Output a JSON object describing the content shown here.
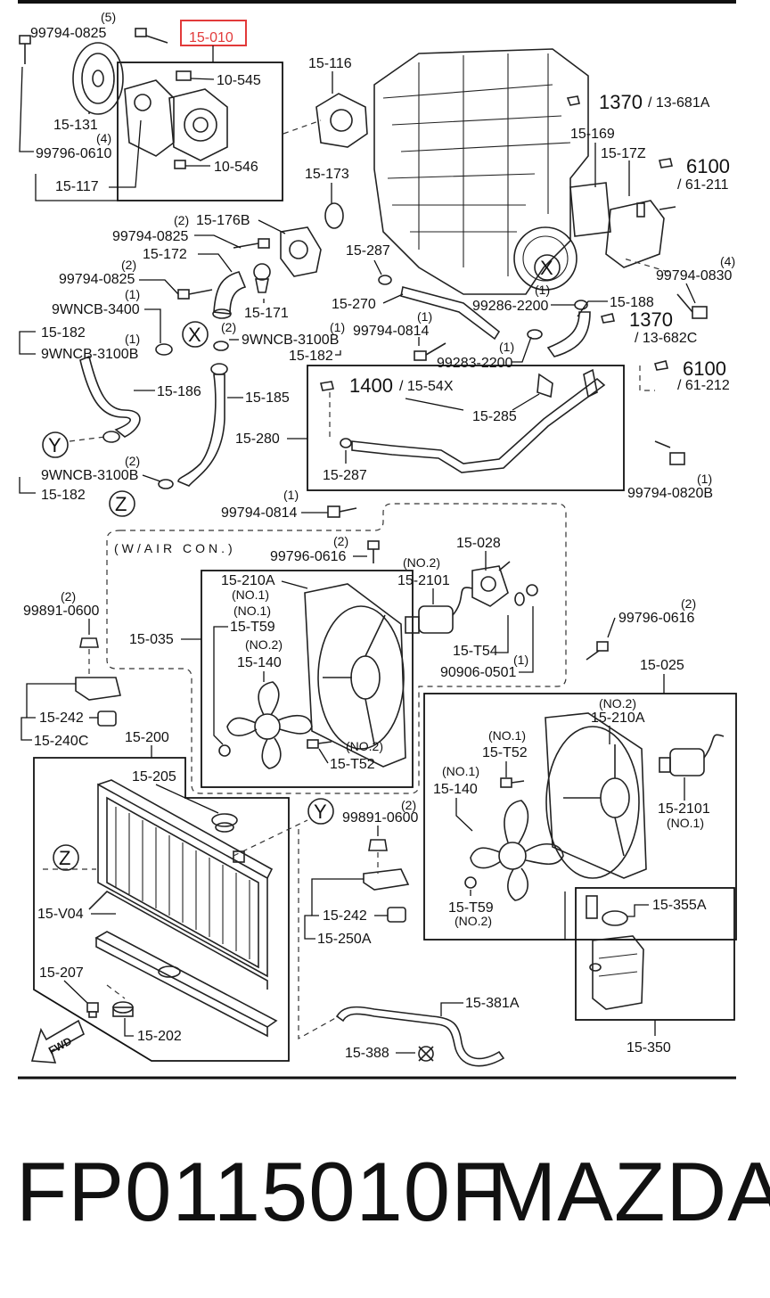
{
  "highlighted_part": "15-010",
  "labels": {
    "p_99794_0825_a": "99794-0825",
    "q5": "(5)",
    "p_10_545": "10-545",
    "p_15_131": "15-131",
    "p_99796_0610": "99796-0610",
    "q4a": "(4)",
    "p_15_117": "15-117",
    "p_10_546": "10-546",
    "p_15_116": "15-116",
    "p_15_173": "15-173",
    "p_1370_a": "1370",
    "p_13_681a": "/ 13-681A",
    "p_15_169": "15-169",
    "p_15_17z": "15-17Z",
    "p_6100_a": "6100",
    "p_61_211": "/ 61-211",
    "q2a": "(2)",
    "p_15_176b": "15-176B",
    "p_99794_0825_b": "99794-0825",
    "p_15_172": "15-172",
    "q2b": "(2)",
    "p_99794_0825_c": "99794-0825",
    "p_15_287_a": "15-287",
    "p_15_171": "15-171",
    "p_15_270": "15-270",
    "q4b": "(4)",
    "p_99794_0830": "99794-0830",
    "q1a": "(1)",
    "p_9wncb_3400": "9WNCB-3400",
    "q1b": "(1)",
    "p_99286_2200": "99286-2200",
    "p_15_188": "15-188",
    "p_15_182_a": "15-182",
    "p_9wncb_3100b_a": "9WNCB-3100B",
    "q2c": "(2)",
    "p_99794_0814_a": "99794-0814",
    "q1c": "(1)",
    "p_1370_b": "1370",
    "p_13_682c": "/ 13-682C",
    "q1d": "(1)",
    "p_9wncb_3100b_b": "9WNCB-3100B",
    "p_15_182_b": "15-182",
    "q1e": "(1)",
    "p_99283_2200": "99283-2200",
    "p_6100_b": "6100",
    "p_61_212": "/ 61-212",
    "p_15_186": "15-186",
    "p_15_185": "15-185",
    "p_1400": "1400",
    "p_15_54x": "/ 15-54X",
    "p_15_285": "15-285",
    "p_15_280": "15-280",
    "q2d": "(2)",
    "p_9wncb_3100b_c": "9WNCB-3100B",
    "p_15_182_c": "15-182",
    "p_15_287_b": "15-287",
    "q1f": "(1)",
    "p_99794_0820b": "99794-0820B",
    "q1g": "(1)",
    "p_99794_0814_b": "99794-0814",
    "w_air_con": "(W/AIR CON.)",
    "q2e": "(2)",
    "p_99796_0616_a": "99796-0616",
    "p_15_028": "15-028",
    "no2_a": "(NO.2)",
    "p_15_2101_a": "15-2101",
    "p_15_210a_a": "15-210A",
    "no1_a": "(NO.1)",
    "q2f": "(2)",
    "p_99891_0600_a": "99891-0600",
    "no1_b": "(NO.1)",
    "p_15_t59_a": "15-T59",
    "p_15_035": "15-035",
    "no2_b": "(NO.2)",
    "p_15_140_a": "15-140",
    "p_15_t54": "15-T54",
    "q1h": "(1)",
    "p_90906_0501": "90906-0501",
    "q2g": "(2)",
    "p_99796_0616_b": "99796-0616",
    "p_15_025": "15-025",
    "p_15_242_a": "15-242",
    "p_15_240c": "15-240C",
    "p_15_200": "15-200",
    "no2_c": "(NO.2)",
    "p_15_t52_a": "15-T52",
    "no2_d": "(NO.2)",
    "p_15_210a_b": "15-210A",
    "no1_c": "(NO.1)",
    "p_15_t52_b": "15-T52",
    "no1_d": "(NO.1)",
    "p_15_140_b": "15-140",
    "p_15_205": "15-205",
    "q2h": "(2)",
    "p_99891_0600_b": "99891-0600",
    "p_15_2101_b": "15-2101",
    "no1_e": "(NO.1)",
    "p_15_v04": "15-V04",
    "p_15_242_b": "15-242",
    "p_15_250a": "15-250A",
    "p_15_t59_b": "15-T59",
    "no2_e": "(NO.2)",
    "p_15_355a": "15-355A",
    "p_15_207": "15-207",
    "p_15_202": "15-202",
    "p_15_381a": "15-381A",
    "p_15_388": "15-388",
    "p_15_350": "15-350",
    "callout_x": "X",
    "callout_y": "Y",
    "callout_z": "Z",
    "fwd": "FWD"
  },
  "footer": {
    "part_number": "FP0115010F",
    "brand": "MAZDA"
  },
  "colors": {
    "highlight": "#e23a3a",
    "line": "#111111",
    "background": "#ffffff"
  }
}
